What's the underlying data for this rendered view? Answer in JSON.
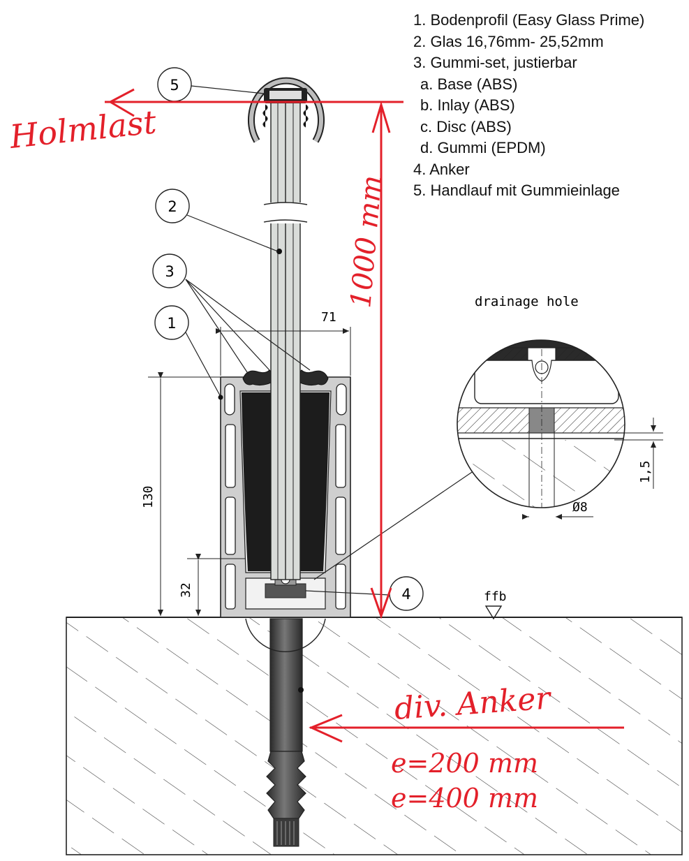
{
  "legend": {
    "items": [
      {
        "text": "1. Bodenprofil (Easy Glass Prime)"
      },
      {
        "text": "2. Glas 16,76mm- 25,52mm"
      },
      {
        "text": "3. Gummi-set, justierbar"
      },
      {
        "text": "a. Base (ABS)",
        "sub": true
      },
      {
        "text": "b. Inlay (ABS)",
        "sub": true
      },
      {
        "text": "c. Disc (ABS)",
        "sub": true
      },
      {
        "text": "d. Gummi (EPDM)",
        "sub": true
      },
      {
        "text": "4. Anker"
      },
      {
        "text": "5. Handlauf mit Gummieinlage"
      }
    ]
  },
  "callouts": [
    "1",
    "2",
    "3",
    "4",
    "5"
  ],
  "dimensions": {
    "width": "71",
    "height": "130",
    "base_height": "32",
    "hole_diameter": "Ø8",
    "hole_depth": "1,5"
  },
  "detail": {
    "title": "drainage hole"
  },
  "floor": {
    "label": "ffb"
  },
  "annotations": {
    "holmlast": "Holmlast",
    "height": "1000 mm",
    "anchor": "div. Anker",
    "spacing_1": "e=200 mm",
    "spacing_2": "e=400 mm"
  },
  "colors": {
    "annotation": "#e3202a",
    "profile": "#cfcfcf",
    "rubber": "#1c1c1c",
    "line": "#222222"
  }
}
